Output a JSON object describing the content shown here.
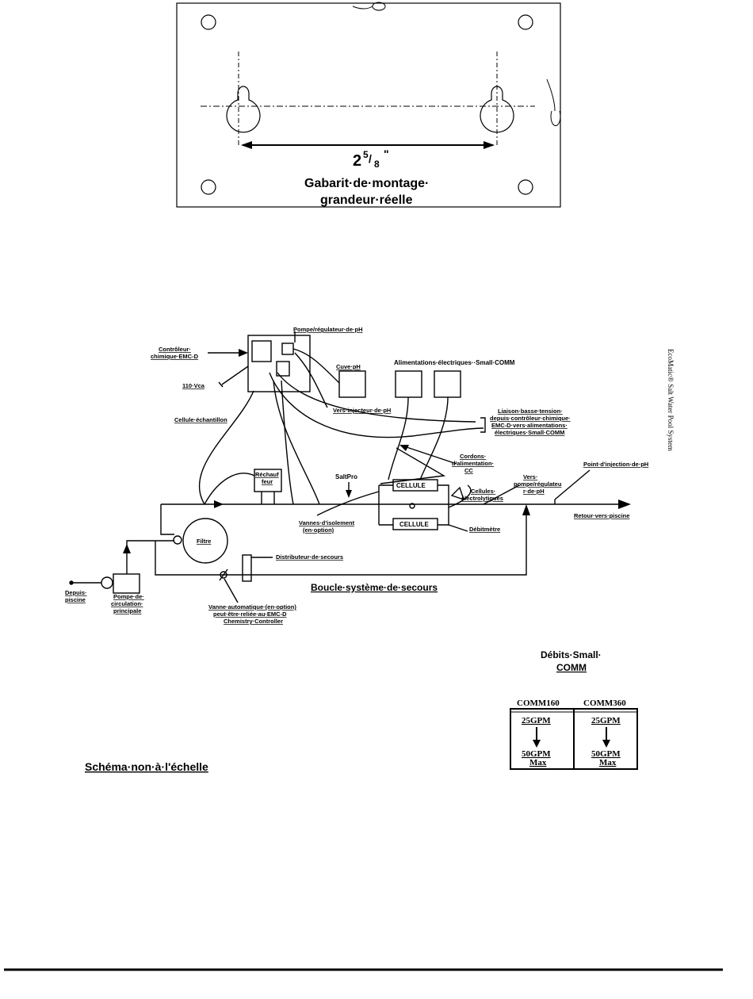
{
  "template": {
    "dimension_whole": "2",
    "dimension_num": "5",
    "dimension_den": "8",
    "dimension_unit": "\"",
    "caption_line1": "Gabarit·de·montage·",
    "caption_line2": "grandeur·réelle"
  },
  "diagram": {
    "labels": {
      "controller": [
        "Contrôleur·",
        "chimique·EMC-D"
      ],
      "ph_pump": "Pompe/régulateur·de·pH",
      "ph_tank": "Cuve·pH",
      "power_supplies": "Alimentations·électriques··Small·COMM",
      "vac": "110·Vca",
      "to_ph_injector": "Vers·injecteur·de·pH",
      "sample_cell": "Cellule·échantillon",
      "low_voltage_link": [
        "Liaison·basse·tension·",
        "depuis·contrôleur·chimique·",
        "EMC-D·vers·alimentations·",
        "électriques·Small·COMM"
      ],
      "dc_cords": [
        "Cordons·",
        "d'alimentation·",
        "CC"
      ],
      "ph_injection_point": "Point·d'injection·de·pH",
      "heater": [
        "Réchauf",
        "feur"
      ],
      "saltpro": "SaltPro",
      "cell": "CELLULE",
      "to_ph_pump": [
        "Vers·",
        "pompe/régulateu",
        "r·de·pH"
      ],
      "electrolytic_cells": [
        "Cellules·",
        "électrolytiques"
      ],
      "isolation_valves": [
        "Vannes·d'isolement",
        "(en·option)"
      ],
      "flow_meter": "Débitmètre",
      "return_to_pool": "Retour·vers·piscine",
      "filter": "Filtre",
      "backup_distributor": "Distributeur·de·secours",
      "from_pool": [
        "Depuis·",
        "piscine"
      ],
      "main_pump": [
        "Pompe·de·",
        "circulation·",
        "principale"
      ],
      "backup_loop": "Boucle·système·de·secours",
      "auto_valve": [
        "Vanne·automatique·(en·option)",
        "peut·être·reliée·au·EMC-D",
        "Chemistry·Controller"
      ],
      "side_text": "EcoMatic® Salt Water Pool System"
    }
  },
  "flow_table": {
    "title_line1": "Débits·Small·",
    "title_line2": "COMM",
    "columns": [
      {
        "name": "COMM160",
        "min": "25GPM",
        "max": "50GPM",
        "max_label": "Max"
      },
      {
        "name": "COMM360",
        "min": "25GPM",
        "max": "50GPM",
        "max_label": "Max"
      }
    ]
  },
  "footer_note": "Schéma·non·à·l'échelle"
}
